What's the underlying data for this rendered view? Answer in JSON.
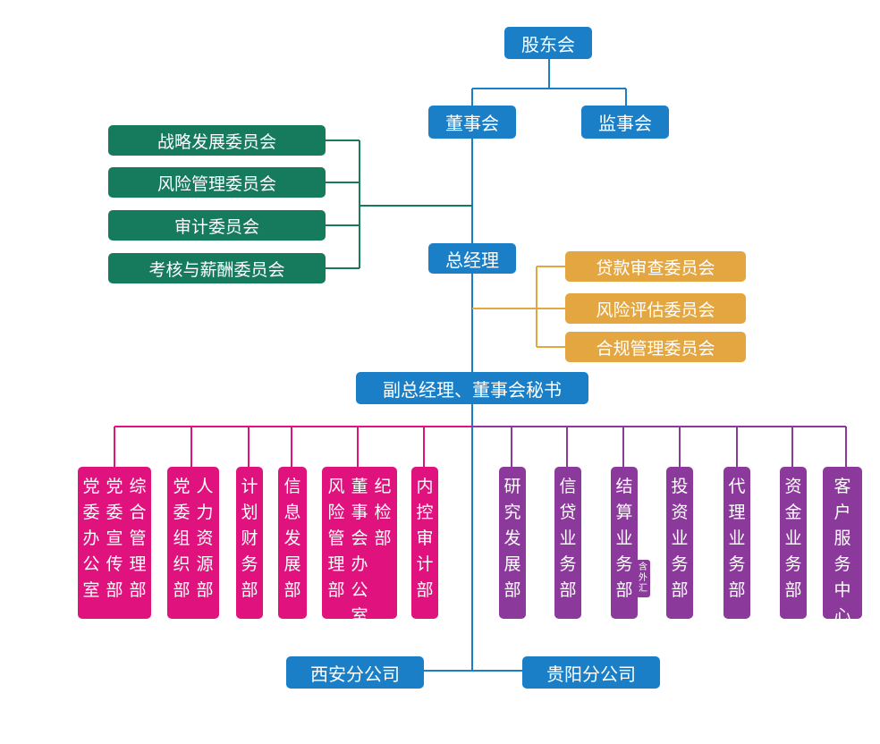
{
  "top": {
    "shareholders": "股东会",
    "board": "董事会",
    "supervisors": "监事会",
    "gm": "总经理",
    "deputy": "副总经理、董事会秘书"
  },
  "board_committees": [
    "战略发展委员会",
    "风险管理委员会",
    "审计委员会",
    "考核与薪酬委员会"
  ],
  "gm_committees": [
    "贷款审查委员会",
    "风险评估委员会",
    "合规管理委员会"
  ],
  "left_departments": [
    {
      "columns": [
        "党委办公室",
        "党委宣传部",
        "综合管理部"
      ]
    },
    {
      "columns": [
        "党委组织部",
        "人力资源部"
      ]
    },
    {
      "columns": [
        "计划财务部"
      ]
    },
    {
      "columns": [
        "信息发展部"
      ]
    },
    {
      "columns": [
        "风险管理部",
        "董事会办公室",
        "纪检部"
      ]
    },
    {
      "columns": [
        "内控审计部"
      ]
    }
  ],
  "right_departments": [
    {
      "columns": [
        "研究发展部"
      ]
    },
    {
      "columns": [
        "信贷业务部"
      ]
    },
    {
      "columns": [
        "结算业务部"
      ],
      "note": "含外汇"
    },
    {
      "columns": [
        "投资业务部"
      ]
    },
    {
      "columns": [
        "代理业务部"
      ]
    },
    {
      "columns": [
        "资金业务部"
      ]
    },
    {
      "columns": [
        "客户服务中心"
      ]
    }
  ],
  "branches": [
    "西安分公司",
    "贵阳分公司"
  ],
  "colors": {
    "blue": "#1a7fc6",
    "green": "#167a5c",
    "orange": "#e3a640",
    "magenta": "#e0127d",
    "purple": "#8b3a9b"
  }
}
